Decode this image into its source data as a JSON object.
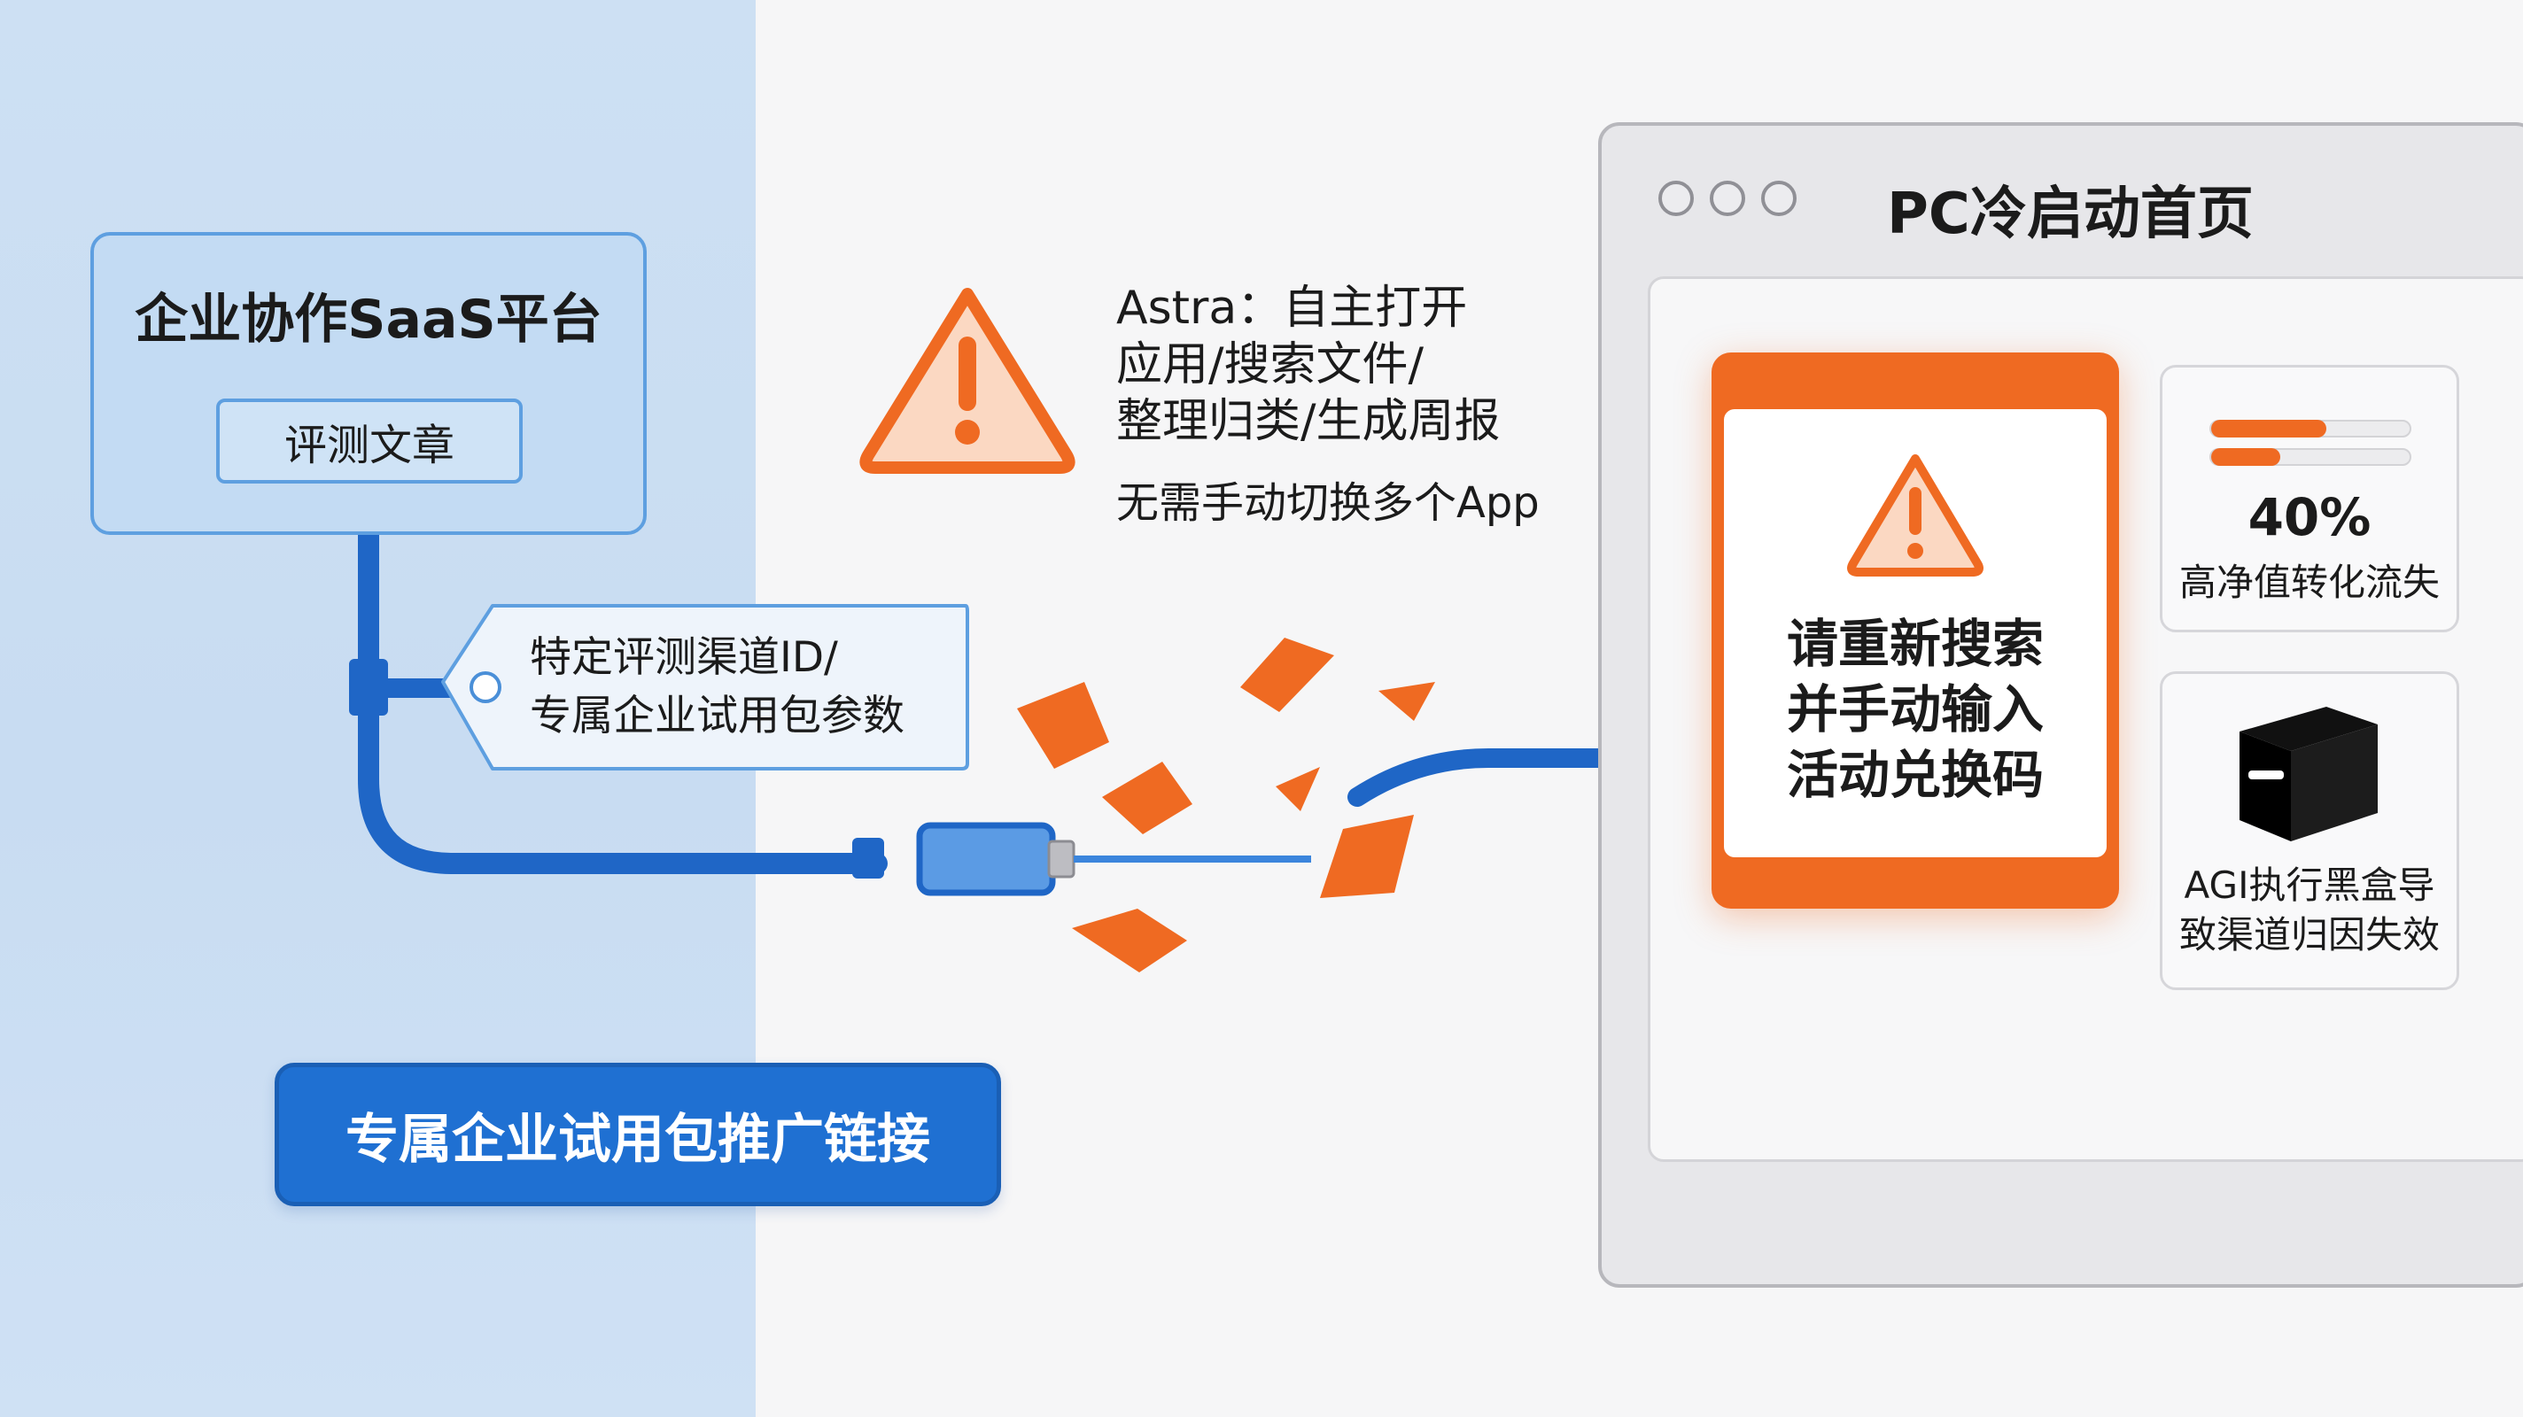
{
  "platform": {
    "title": "企业协作SaaS平台",
    "article_label": "评测文章"
  },
  "tag": {
    "line1": "特定评测渠道ID/",
    "line2": "专属企业试用包参数"
  },
  "promo_link": {
    "label": "专属企业试用包推广链接"
  },
  "astra": {
    "line1": "Astra：自主打开",
    "line2": "应用/搜索文件/",
    "line3": "整理归类/生成周报",
    "subtitle": "无需手动切换多个App"
  },
  "window": {
    "title": "PC冷启动首页",
    "alert": {
      "line1": "请重新搜索",
      "line2": "并手动输入",
      "line3": "活动兑换码"
    },
    "stat": {
      "value": "40%",
      "label": "高净值转化流失",
      "bar_levels": [
        0.58,
        0.35
      ]
    },
    "blackbox": {
      "line1": "AGI执行黑盒导",
      "line2": "致渠道归因失效"
    }
  },
  "colors": {
    "blue": "#1f70d2",
    "orange": "#ef6a22",
    "light_blue": "#c3dbf3"
  },
  "icons": [
    "warning-icon",
    "cable-plug-icon",
    "tag-icon",
    "black-box-icon"
  ]
}
